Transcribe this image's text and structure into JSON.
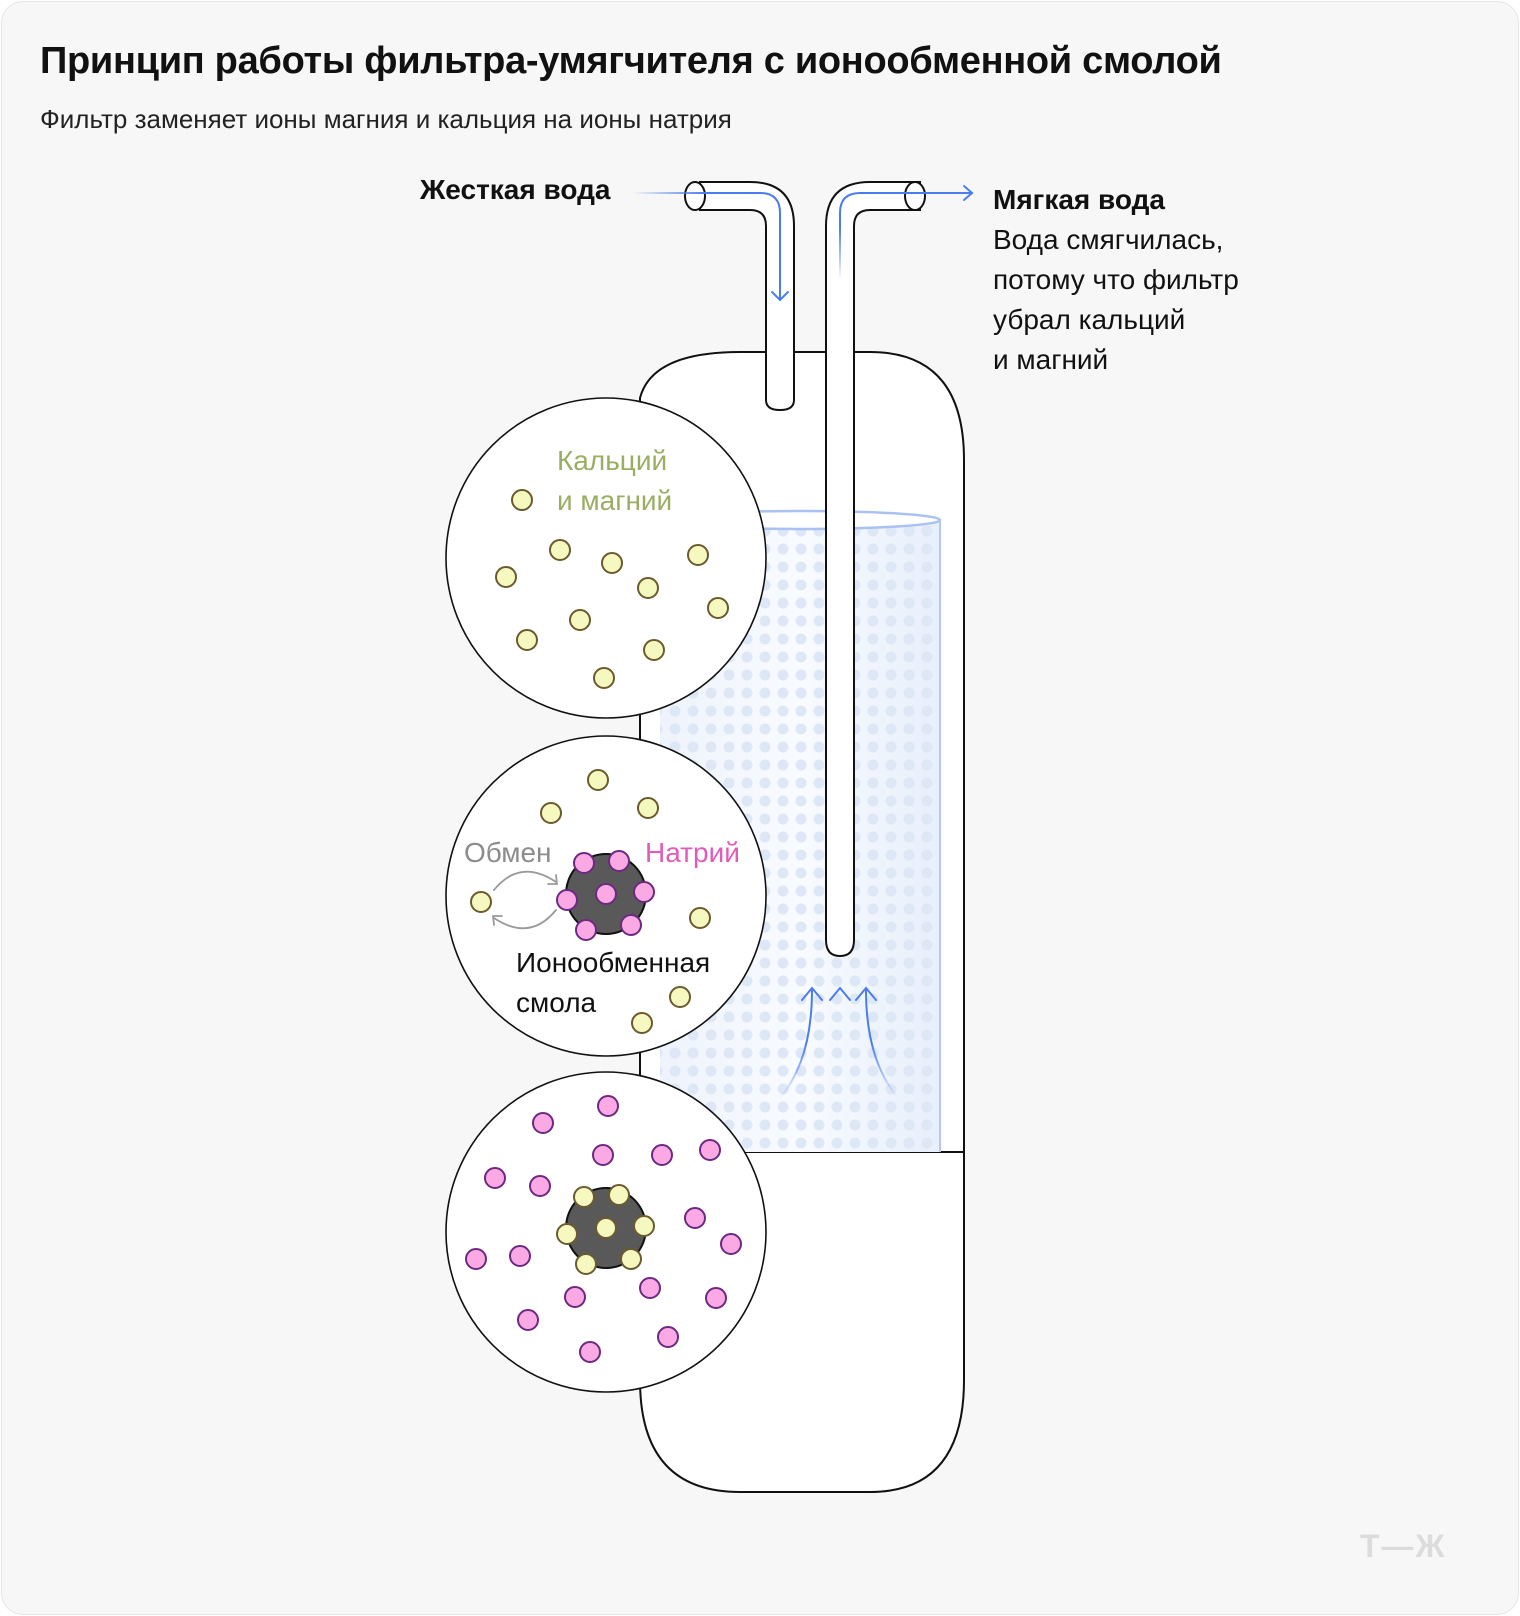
{
  "header": {
    "title": "Принцип работы фильтра-умягчителя с ионообменной смолой",
    "subtitle": "Фильтр заменяет ионы магния и кальция на ионы натрия"
  },
  "inlet": {
    "label": "Жесткая вода"
  },
  "outlet": {
    "label": "Мягкая вода",
    "description_lines": [
      "Вода смягчилась,",
      "потому что фильтр",
      "убрал кальций",
      "и магний"
    ]
  },
  "circles": {
    "top": {
      "label_lines": [
        "Кальций",
        "и магний"
      ],
      "label_color": "#9aae63"
    },
    "middle": {
      "exchange_label": "Обмен",
      "exchange_color": "#8c8c8c",
      "sodium_label": "Натрий",
      "sodium_color": "#e05cb8",
      "resin_label_lines": [
        "Ионообменная",
        "смола"
      ]
    },
    "bottom": {}
  },
  "colors": {
    "flow_arrow": "#4a7cf0",
    "calcium_ion_fill": "#f5f9c0",
    "calcium_ion_stroke": "#6b5a2e",
    "sodium_ion_fill": "#fba9e4",
    "sodium_ion_stroke": "#6b2a80",
    "resin": "#595959",
    "resin_bed": "#eaf1fc"
  },
  "logo": "Т—Ж"
}
